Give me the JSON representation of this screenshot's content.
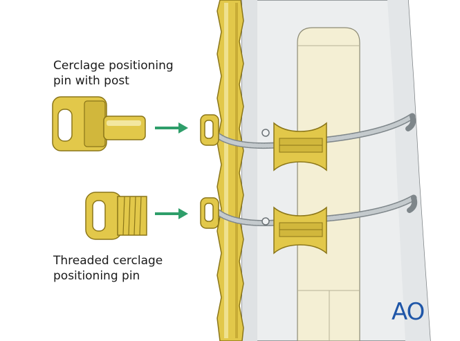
{
  "labels": {
    "post_pin": {
      "line1": "Cerclage positioning",
      "line2": "pin with post"
    },
    "threaded_pin": {
      "line1": "Threaded cerclage",
      "line2": "positioning pin"
    }
  },
  "logo": {
    "text": "AO",
    "color": "#1f56a8"
  },
  "colors": {
    "gold": "#e2c84a",
    "gold_dark": "#8a7518",
    "gold_light": "#f3e7a0",
    "arrow": "#2e9e6a",
    "bone": "#e9ebec",
    "bone_edge": "#c9cdd0",
    "medullary": "#f4efd4",
    "cable": "#aeb4b8"
  }
}
